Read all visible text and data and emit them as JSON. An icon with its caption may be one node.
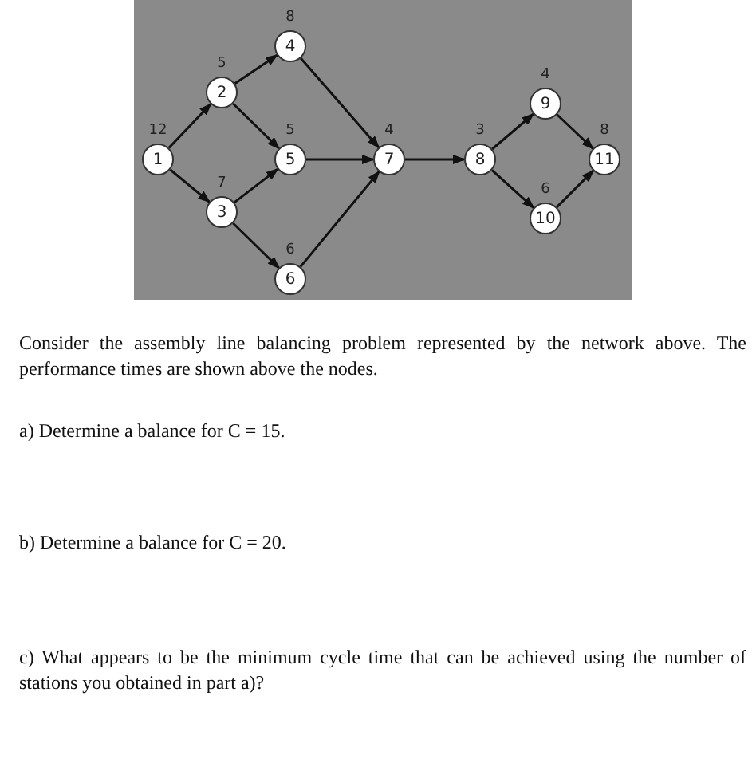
{
  "diagram": {
    "nodes": [
      {
        "text": [
          "1"
        ],
        "beside": [
          "12"
        ]
      },
      {
        "text": [
          "2"
        ],
        "beside": [
          "5"
        ]
      },
      {
        "text": [
          "3"
        ],
        "beside": [
          "7"
        ]
      },
      {
        "text": [
          "4"
        ],
        "beside": [
          "8"
        ]
      },
      {
        "text": [
          "5"
        ],
        "beside": [
          "5"
        ]
      },
      {
        "text": [
          "6"
        ],
        "beside": [
          "6"
        ]
      },
      {
        "text": [
          "7"
        ],
        "beside": [
          "4"
        ]
      },
      {
        "text": [
          "8"
        ],
        "beside": [
          "3"
        ]
      },
      {
        "text": [
          "9"
        ],
        "beside": [
          "4"
        ]
      },
      {
        "text": [
          "10"
        ],
        "beside": [
          "6"
        ]
      },
      {
        "text": [
          "11"
        ],
        "beside": [
          "8"
        ]
      }
    ],
    "edges": [
      {
        "from": 0,
        "to": 1,
        "arrow": "to"
      },
      {
        "from": 0,
        "to": 2,
        "arrow": "to"
      },
      {
        "from": 1,
        "to": 3,
        "arrow": "to"
      },
      {
        "from": 1,
        "to": 4,
        "arrow": "to"
      },
      {
        "from": 2,
        "to": 4,
        "arrow": "to"
      },
      {
        "from": 2,
        "to": 5,
        "arrow": "to"
      },
      {
        "from": 3,
        "to": 6,
        "arrow": "to"
      },
      {
        "from": 4,
        "to": 6,
        "arrow": "to"
      },
      {
        "from": 5,
        "to": 6,
        "arrow": "to"
      },
      {
        "from": 6,
        "to": 7,
        "arrow": "to"
      },
      {
        "from": 7,
        "to": 8,
        "arrow": "to"
      },
      {
        "from": 7,
        "to": 9,
        "arrow": "to"
      },
      {
        "from": 8,
        "to": 10,
        "arrow": "to"
      },
      {
        "from": 9,
        "to": 10,
        "arrow": "to"
      }
    ],
    "labels": [
      "Consider the assembly line balancing problem represented by the network above. The performance times are shown above the nodes.",
      "a) Determine a balance for C = 15.",
      "b) Determine a balance for C = 20.",
      "c) What appears to be the minimum cycle time that can be achieved using the number of stations you obtained in part a)?"
    ]
  }
}
